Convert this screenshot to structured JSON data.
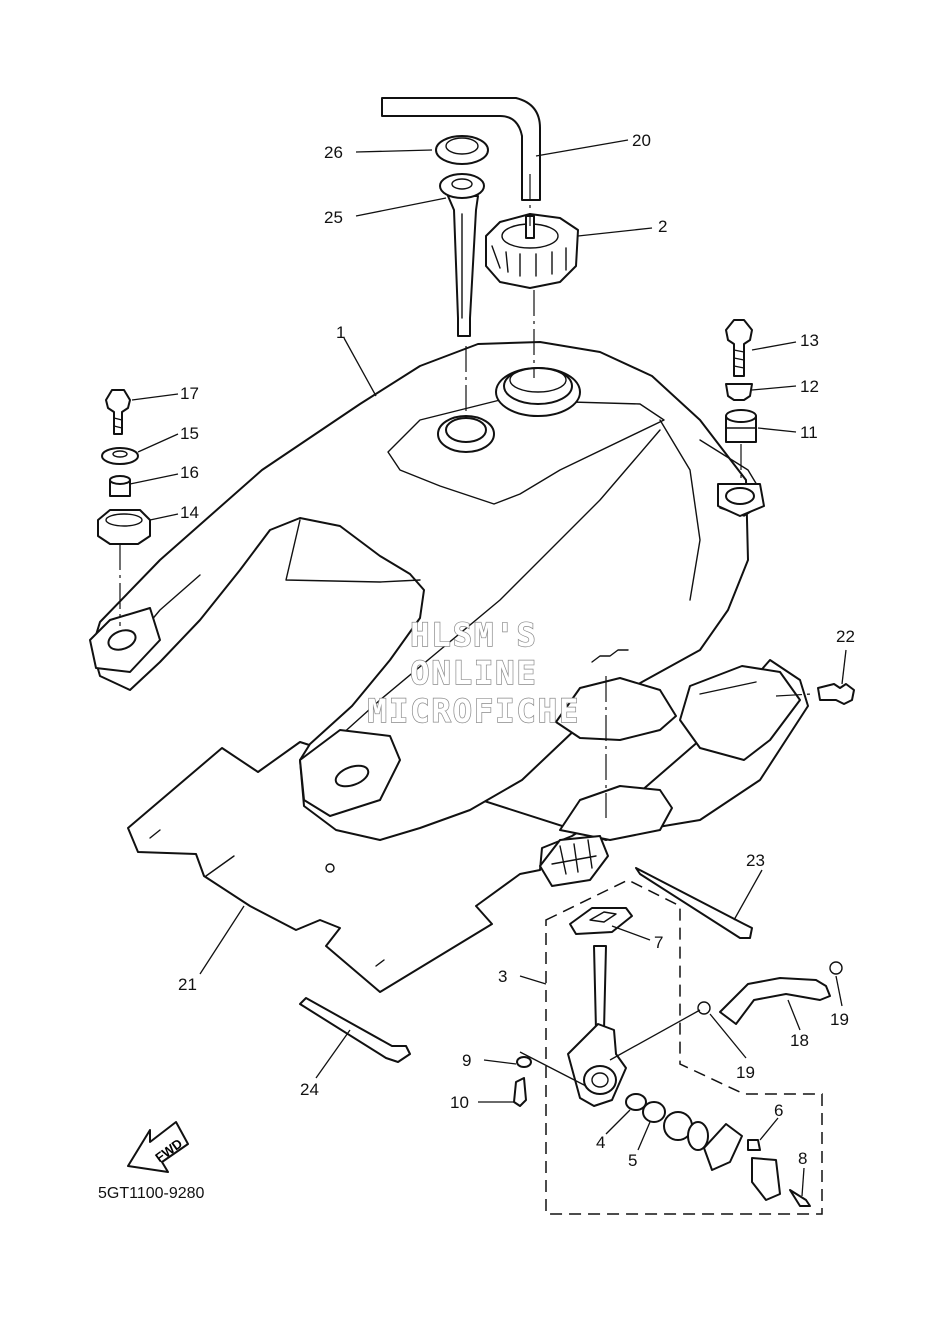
{
  "diagram": {
    "code": "5GT1100-9280",
    "fwd_label": "FWD",
    "watermark": [
      "HLSM'S",
      "ONLINE",
      "MICROFICHE"
    ],
    "callouts": [
      {
        "id": "c1",
        "label": "1"
      },
      {
        "id": "c2",
        "label": "2"
      },
      {
        "id": "c3",
        "label": "3"
      },
      {
        "id": "c4",
        "label": "4"
      },
      {
        "id": "c5",
        "label": "5"
      },
      {
        "id": "c6",
        "label": "6"
      },
      {
        "id": "c7",
        "label": "7"
      },
      {
        "id": "c8",
        "label": "8"
      },
      {
        "id": "c9",
        "label": "9"
      },
      {
        "id": "c10",
        "label": "10"
      },
      {
        "id": "c11",
        "label": "11"
      },
      {
        "id": "c12",
        "label": "12"
      },
      {
        "id": "c13",
        "label": "13"
      },
      {
        "id": "c14",
        "label": "14"
      },
      {
        "id": "c15",
        "label": "15"
      },
      {
        "id": "c16",
        "label": "16"
      },
      {
        "id": "c17",
        "label": "17"
      },
      {
        "id": "c18",
        "label": "18"
      },
      {
        "id": "c19a",
        "label": "19"
      },
      {
        "id": "c19b",
        "label": "19"
      },
      {
        "id": "c20",
        "label": "20"
      },
      {
        "id": "c21",
        "label": "21"
      },
      {
        "id": "c22",
        "label": "22"
      },
      {
        "id": "c23",
        "label": "23"
      },
      {
        "id": "c24",
        "label": "24"
      },
      {
        "id": "c25",
        "label": "25"
      },
      {
        "id": "c26",
        "label": "26"
      }
    ]
  }
}
